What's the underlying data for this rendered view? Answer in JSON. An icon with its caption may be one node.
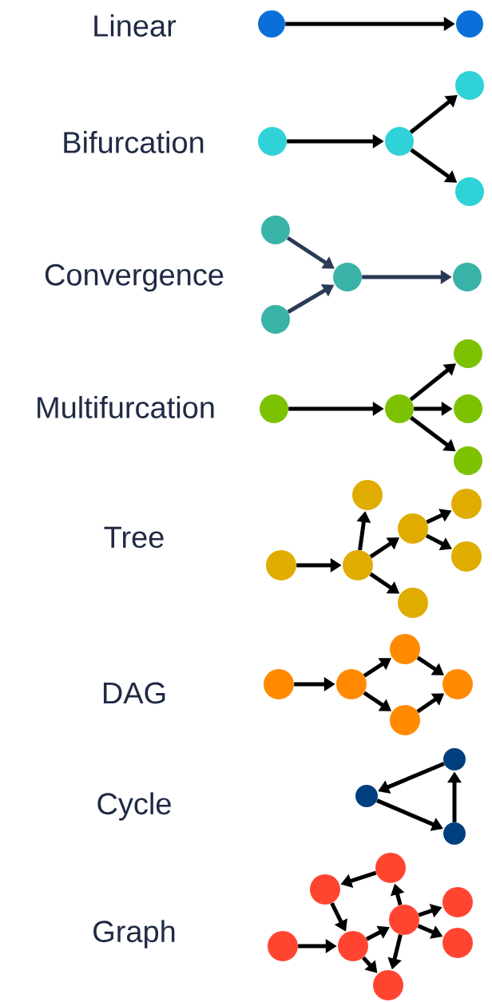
{
  "diagram": {
    "nodes": [
      {
        "text": [],
        "shape": "circle"
      },
      {
        "text": [],
        "shape": "circle"
      },
      {
        "text": [],
        "shape": "circle"
      },
      {
        "text": [],
        "shape": "circle"
      },
      {
        "text": [],
        "shape": "circle"
      },
      {
        "text": [],
        "shape": "circle"
      },
      {
        "text": [],
        "shape": "circle"
      },
      {
        "text": [],
        "shape": "circle"
      },
      {
        "text": [],
        "shape": "circle"
      },
      {
        "text": [],
        "shape": "circle"
      },
      {
        "text": [],
        "shape": "circle"
      },
      {
        "text": [],
        "shape": "circle"
      },
      {
        "text": [],
        "shape": "circle"
      },
      {
        "text": [],
        "shape": "circle"
      },
      {
        "text": [],
        "shape": "circle"
      },
      {
        "text": [],
        "shape": "circle"
      },
      {
        "text": [],
        "shape": "circle"
      },
      {
        "text": [],
        "shape": "circle"
      },
      {
        "text": [],
        "shape": "circle"
      },
      {
        "text": [],
        "shape": "circle"
      },
      {
        "text": [],
        "shape": "circle"
      },
      {
        "text": [],
        "shape": "circle"
      },
      {
        "text": [],
        "shape": "circle"
      },
      {
        "text": [],
        "shape": "circle"
      },
      {
        "text": [],
        "shape": "circle"
      },
      {
        "text": [],
        "shape": "circle"
      },
      {
        "text": [],
        "shape": "circle"
      },
      {
        "text": [],
        "shape": "circle"
      },
      {
        "text": [],
        "shape": "circle"
      },
      {
        "text": [],
        "shape": "circle"
      },
      {
        "text": [],
        "shape": "circle"
      },
      {
        "text": [],
        "shape": "circle"
      },
      {
        "text": [],
        "shape": "circle"
      },
      {
        "text": [],
        "shape": "circle"
      },
      {
        "text": [],
        "shape": "circle"
      },
      {
        "text": [],
        "shape": "circle"
      },
      {
        "text": [],
        "shape": "circle"
      },
      {
        "text": [],
        "shape": "circle"
      }
    ],
    "edges": [
      {
        "from": 0,
        "to": 1,
        "arrow": "to"
      },
      {
        "from": 2,
        "to": 3,
        "arrow": "to"
      },
      {
        "from": 3,
        "to": 4,
        "arrow": "to"
      },
      {
        "from": 3,
        "to": 5,
        "arrow": "to"
      },
      {
        "from": 6,
        "to": 8,
        "arrow": "to",
        "color": "#2b3a55"
      },
      {
        "from": 7,
        "to": 8,
        "arrow": "to",
        "color": "#2b3a55"
      },
      {
        "from": 8,
        "to": 9,
        "arrow": "to",
        "color": "#2b3a55"
      },
      {
        "from": 10,
        "to": 11,
        "arrow": "to"
      },
      {
        "from": 11,
        "to": 12,
        "arrow": "to"
      },
      {
        "from": 11,
        "to": 13,
        "arrow": "to"
      },
      {
        "from": 11,
        "to": 14,
        "arrow": "to"
      },
      {
        "from": 15,
        "to": 16,
        "arrow": "to"
      },
      {
        "from": 16,
        "to": 17,
        "arrow": "to"
      },
      {
        "from": 16,
        "to": 18,
        "arrow": "to"
      },
      {
        "from": 16,
        "to": 21,
        "arrow": "to"
      },
      {
        "from": 18,
        "to": 19,
        "arrow": "to"
      },
      {
        "from": 18,
        "to": 20,
        "arrow": "to"
      },
      {
        "from": 22,
        "to": 23,
        "arrow": "to"
      },
      {
        "from": 23,
        "to": 24,
        "arrow": "to"
      },
      {
        "from": 23,
        "to": 25,
        "arrow": "to"
      },
      {
        "from": 24,
        "to": 26,
        "arrow": "to"
      },
      {
        "from": 25,
        "to": 26,
        "arrow": "to"
      },
      {
        "from": 27,
        "to": 28,
        "arrow": "to"
      },
      {
        "from": 28,
        "to": 29,
        "arrow": "to"
      },
      {
        "from": 29,
        "to": 27,
        "arrow": "to"
      },
      {
        "from": 30,
        "to": 33,
        "arrow": "to"
      },
      {
        "from": 32,
        "to": 31,
        "arrow": "to"
      },
      {
        "from": 31,
        "to": 33,
        "arrow": "to"
      },
      {
        "from": 33,
        "to": 34,
        "arrow": "to"
      },
      {
        "from": 33,
        "to": 37,
        "arrow": "to"
      },
      {
        "from": 34,
        "to": 32,
        "arrow": "to"
      },
      {
        "from": 34,
        "to": 35,
        "arrow": "to"
      },
      {
        "from": 34,
        "to": 36,
        "arrow": "to"
      },
      {
        "from": 34,
        "to": 37,
        "arrow": "to"
      }
    ],
    "labels": [
      "Linear",
      "Bifurcation",
      "Convergence",
      "Multifurcation",
      "Tree",
      "DAG",
      "Cycle",
      "Graph"
    ]
  }
}
